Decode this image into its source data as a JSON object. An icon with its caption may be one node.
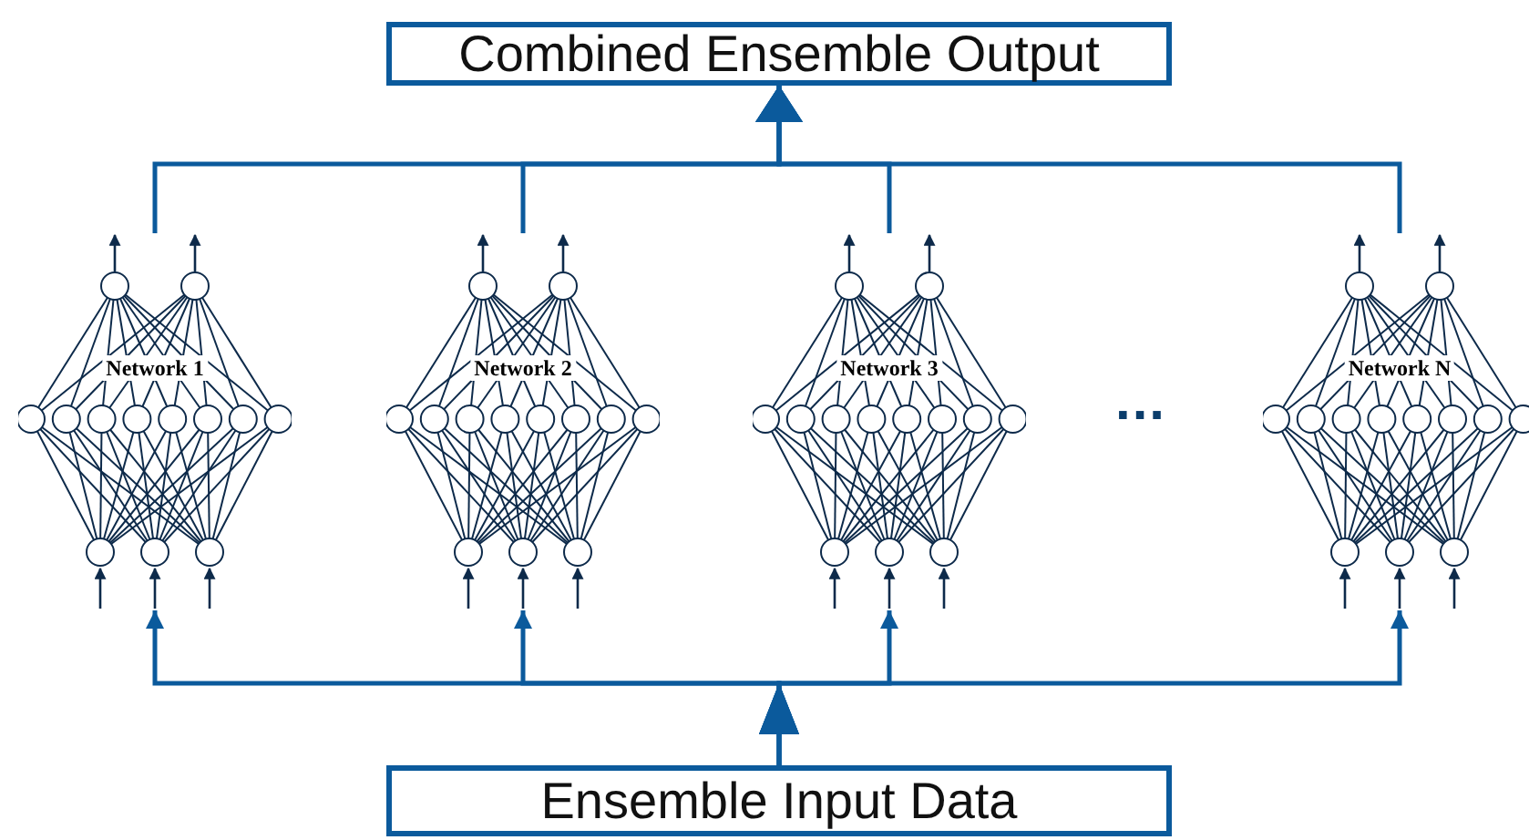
{
  "diagram": {
    "nodes": [
      {
        "text": [
          "Combined Ensemble Output"
        ]
      },
      {
        "text": [
          "Network 1"
        ]
      },
      {
        "text": [
          "Network 2"
        ]
      },
      {
        "text": [
          "Network 3"
        ]
      },
      {
        "text": [
          "Network N"
        ]
      },
      {
        "text": [
          "Ensemble Input Data"
        ]
      }
    ],
    "edges": [
      {
        "from": 1,
        "to": 0,
        "arrow": "to"
      },
      {
        "from": 2,
        "to": 0,
        "arrow": "to"
      },
      {
        "from": 3,
        "to": 0,
        "arrow": "to"
      },
      {
        "from": 4,
        "to": 0,
        "arrow": "to"
      },
      {
        "from": 5,
        "to": 1,
        "arrow": "to"
      },
      {
        "from": 5,
        "to": 2,
        "arrow": "to"
      },
      {
        "from": 5,
        "to": 3,
        "arrow": "to"
      },
      {
        "from": 5,
        "to": 4,
        "arrow": "to"
      }
    ],
    "labels": [
      "..."
    ]
  }
}
